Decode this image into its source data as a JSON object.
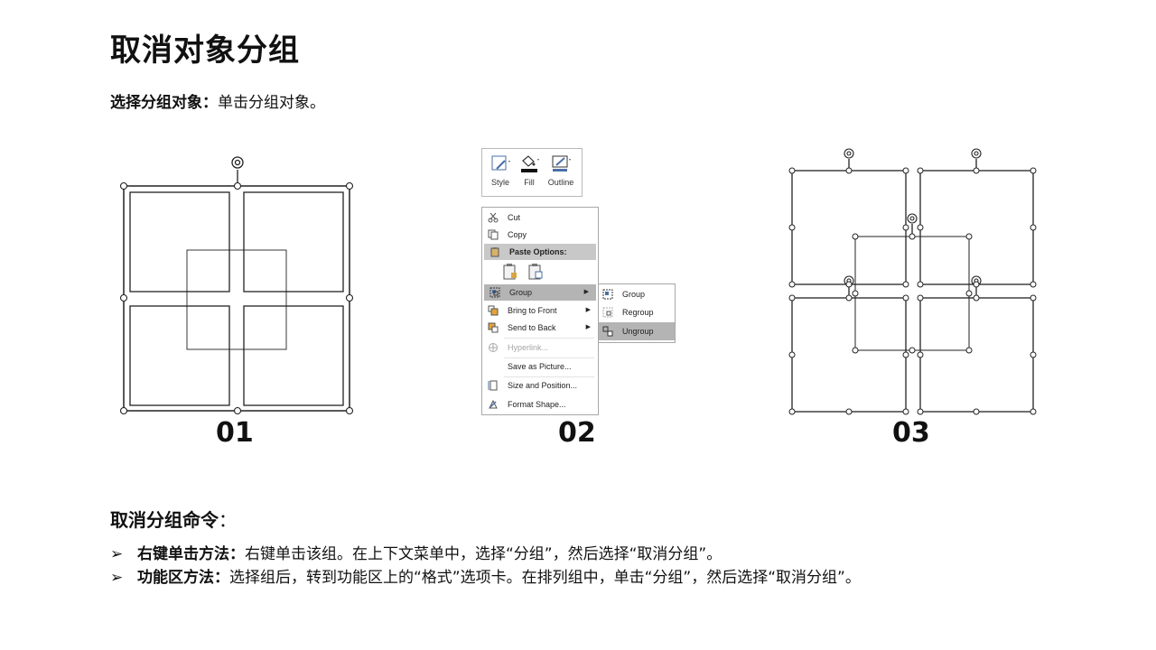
{
  "title": "取消对象分组",
  "select": {
    "heading": "选择分组对象：",
    "text": "单击分组对象。"
  },
  "figures": {
    "label_01": "01",
    "label_02": "02",
    "label_03": "03"
  },
  "ribbon": {
    "style": "Style",
    "fill": "Fill",
    "outline": "Outline"
  },
  "context_menu": {
    "cut": "Cut",
    "copy": "Copy",
    "paste_options": "Paste Options:",
    "group": "Group",
    "bring_to_front": "Bring to Front",
    "send_to_back": "Send to Back",
    "hyperlink": "Hyperlink...",
    "save_as_picture": "Save as Picture...",
    "size_and_position": "Size and Position...",
    "format_shape": "Format Shape..."
  },
  "submenu": {
    "group": "Group",
    "regroup": "Regroup",
    "ungroup": "Ungroup"
  },
  "commands": {
    "heading": "取消分组命令",
    "colon": "：",
    "items": [
      {
        "bullet": "➢",
        "method": "右键单击方法：",
        "text": "右键单击该组。在上下文菜单中，选择“分组”，然后选择“取消分组”。"
      },
      {
        "bullet": "➢",
        "method": "功能区方法：",
        "text": "选择组后，转到功能区上的“格式”选项卡。在排列组中，单击“分组”，然后选择“取消分组”。"
      }
    ]
  }
}
